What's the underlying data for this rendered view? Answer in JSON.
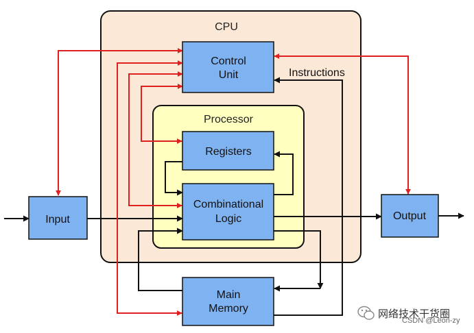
{
  "diagram": {
    "cpu_label": "CPU",
    "processor_label": "Processor",
    "control_unit_line1": "Control",
    "control_unit_line2": "Unit",
    "registers_label": "Registers",
    "logic_line1": "Combinational",
    "logic_line2": "Logic",
    "input_label": "Input",
    "output_label": "Output",
    "memory_line1": "Main",
    "memory_line2": "Memory",
    "instructions_label": "Instructions"
  },
  "colors": {
    "block_fill": "#7fb2f0",
    "cpu_fill": "#fbe8d6",
    "processor_fill": "#ffffc0",
    "control_signal": "#e02020",
    "data_path": "#111111"
  },
  "watermark": {
    "main": "网络技术干货圈",
    "sub": "CSDN @Leon-zy"
  }
}
